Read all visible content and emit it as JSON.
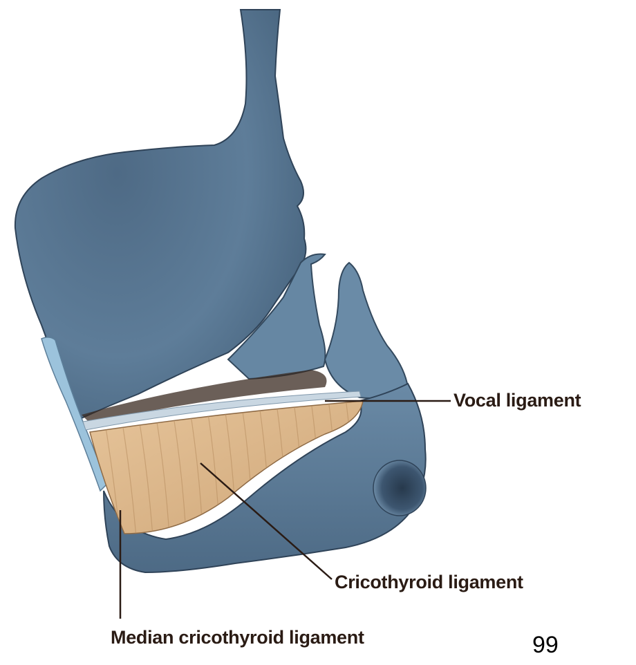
{
  "labels": {
    "vocal_ligament": "Vocal ligament",
    "cricothyroid_ligament": "Cricothyroid ligament",
    "median_cricothyroid_ligament": "Median cricothyroid ligament"
  },
  "page_number": "99",
  "colors": {
    "cartilage": "#5d7b96",
    "cartilage_dark": "#3b536b",
    "cartilage_highlight": "#8fb4cf",
    "ligament_tan": "#d9b58a",
    "ligament_grain": "#b98f62",
    "leader_line": "#2a1b14"
  }
}
